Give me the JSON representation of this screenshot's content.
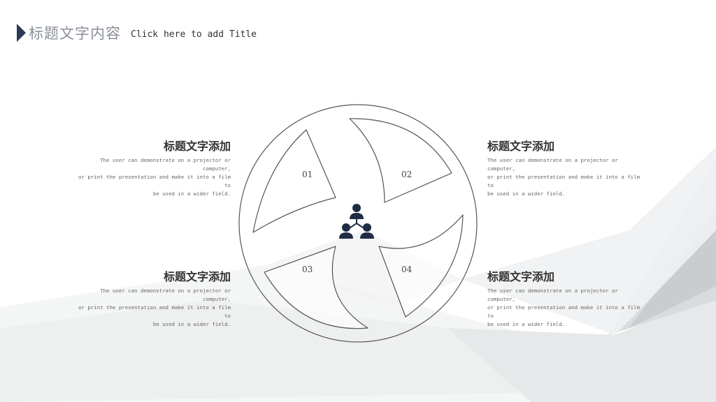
{
  "header": {
    "title_cn": "标题文字内容",
    "title_en": "Click here to add Title"
  },
  "diagram": {
    "center_icon": "team-hierarchy-icon",
    "segments": [
      {
        "number": "01"
      },
      {
        "number": "02"
      },
      {
        "number": "03"
      },
      {
        "number": "04"
      }
    ]
  },
  "cards": [
    {
      "heading": "标题文字添加",
      "lines": [
        "The user can demonstrate on a projector or computer,",
        "or print the presentation and make it into a film to",
        "be used in a wider field."
      ]
    },
    {
      "heading": "标题文字添加",
      "lines": [
        "The user can demonstrate on a projector or computer,",
        "or print the presentation and make it into a film to",
        "be used in a wider field."
      ]
    },
    {
      "heading": "标题文字添加",
      "lines": [
        "The user can demonstrate on a projector or computer,",
        "or print the presentation and make it into a film to",
        "be used in a wider field."
      ]
    },
    {
      "heading": "标题文字添加",
      "lines": [
        "The user can demonstrate on a projector or computer,",
        "or print the presentation and make it into a film to",
        "be used in a wider field."
      ]
    }
  ],
  "colors": {
    "accent": "#2b3a55",
    "icon": "#1f2d44",
    "outline": "#555555"
  }
}
